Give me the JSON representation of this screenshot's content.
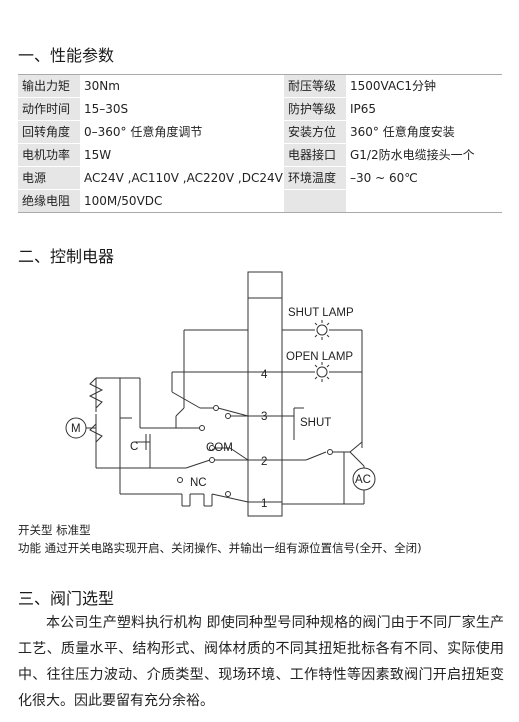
{
  "sections": {
    "params_title": "一、性能参数",
    "controller_title": "二、控制电器",
    "selection_title": "三、阀门选型"
  },
  "specs": [
    {
      "k1": "输出力矩",
      "v1": "30Nm",
      "k2": "耐压等级",
      "v2": "1500VAC1分钟"
    },
    {
      "k1": "动作时间",
      "v1": "15–30S",
      "k2": "防护等级",
      "v2": "IP65"
    },
    {
      "k1": "回转角度",
      "v1": "0–360°  任意角度调节",
      "k2": "安装方位",
      "v2": "360°  任意角度安装"
    },
    {
      "k1": "电机功率",
      "v1": "15W",
      "k2": "电器接口",
      "v2": "G1/2防水电缆接头一个"
    },
    {
      "k1": "电源",
      "v1": "AC24V ,AC110V ,AC220V ,DC24V",
      "k2": "环境温度",
      "v2": "–30 ~    60℃"
    },
    {
      "k1": "绝缘电阻",
      "v1": "100M/50VDC",
      "k2": "",
      "v2": ""
    }
  ],
  "diagram": {
    "shut_lamp": "SHUT LAMP",
    "open_lamp": "OPEN LAMP",
    "shut": "SHUT",
    "com": "COM",
    "nc": "NC",
    "motor": "M",
    "capacitor": "C",
    "ac": "AC",
    "t4": "4",
    "t3": "3",
    "t2": "2",
    "t1": "1"
  },
  "caption": {
    "type_line": "开关型   标准型",
    "function_line": "功能    通过开关电路实现开启、关闭操作、并输出一组有源位置信号(全开、全闭)"
  },
  "selection_text": "本公司生产塑料执行机构    即使同种型号同种规格的阀门由于不同厂家生产工艺、质量水平、结构形式、阀体材质的不同其扭矩批标各有不同、实际使用中、往往压力波动、介质类型、现场环境、工作特性等因素致阀门开启扭矩变化很大。因此要留有充分余裕。"
}
